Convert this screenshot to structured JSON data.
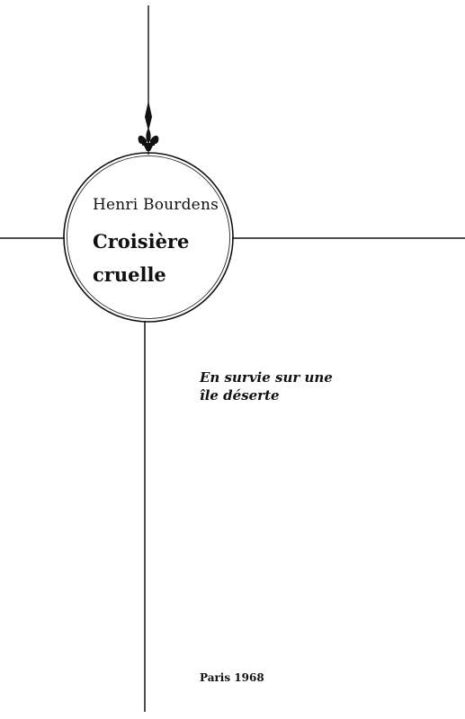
{
  "cover": {
    "author": "Henri Bourdens",
    "title_line_1": "Croisière",
    "title_line_2": "cruelle",
    "subtitle_line_1": "En survie sur une",
    "subtitle_line_2": "île déserte",
    "imprint": "Paris 1968"
  },
  "colors": {
    "ink": "#111111",
    "paper": "#ffffff"
  },
  "icons": {
    "finial": "fleur-de-lis-spear-icon"
  }
}
